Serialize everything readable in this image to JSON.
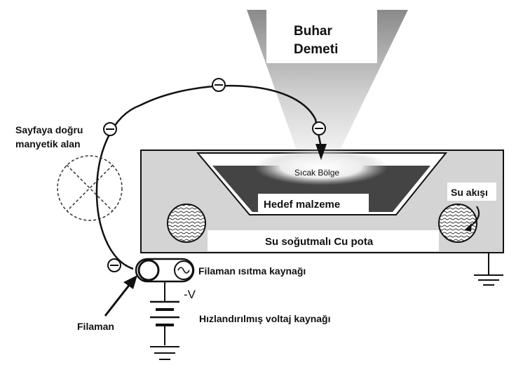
{
  "labels": {
    "vapor_beam": [
      "Buhar",
      "Demeti"
    ],
    "magnetic_field": [
      "Sayfaya doğru",
      "manyetik alan"
    ],
    "hot_zone": "Sıcak Bölge",
    "target_material": "Hedef malzeme",
    "water_flow": "Su akışı",
    "crucible": "Su soğutmalı Cu pota",
    "filament_heater": "Filaman ısıtma kaynağı",
    "neg_v": "-V",
    "filament": "Filaman",
    "accel_supply": "Hızlandırılmış voltaj kaynağı"
  },
  "colors": {
    "crucible_fill": "#d4d4d4",
    "target_fill": "#444444",
    "beam_top": "#8a8a8a",
    "beam_bottom": "#f4f4f4",
    "line": "#111111"
  },
  "icons": [
    "electron-icon",
    "ac-source-icon",
    "ground-icon",
    "battery-icon",
    "water-coil-icon"
  ]
}
